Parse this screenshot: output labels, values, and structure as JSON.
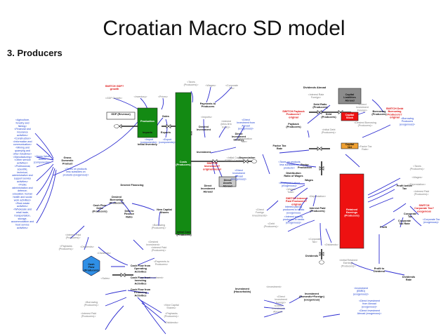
{
  "slide": {
    "title": "Croatian Macro SD model",
    "section": "3. Producers"
  },
  "colors": {
    "stock_green": "#138a13",
    "stock_gray": "#8c8c8c",
    "stock_orange": "#f0a030",
    "stock_red": "#ee1111",
    "node_blue": "#2f8fe6",
    "link_blue": "#2b2bd0",
    "text_red": "#dd1010",
    "text_blue": "#1c3fd0",
    "text_gray": "#777777"
  },
  "diagram": {
    "stocks": [
      {
        "id": "gdp",
        "label": "GDP (Revenue)"
      },
      {
        "id": "production",
        "label": "Production"
      },
      {
        "id": "costs",
        "label": "Costs (Producers)"
      },
      {
        "id": "direct-assets",
        "label": "Direct Assets Abroad"
      },
      {
        "id": "capital-liabilities",
        "label": "Capital Liabilities Abroad"
      },
      {
        "id": "capital-net",
        "label": "Capital Net"
      },
      {
        "id": "capital-stock",
        "label": "Capital Stock"
      },
      {
        "id": "retained-earnings",
        "label": "Retained Earnings (Producers)"
      },
      {
        "id": "cash-flow",
        "label": "Cash Flow (Producers)"
      }
    ],
    "variables": [
      {
        "id": "switch-gdp",
        "label": "SWITCH GDP? growth",
        "tone": "red"
      },
      {
        "id": "gdp-growth",
        "label": "<GDP Growth>",
        "tone": "gray"
      },
      {
        "id": "inventory",
        "label": "<Inventory>",
        "tone": "gray"
      },
      {
        "id": "prices",
        "label": "<Prices>",
        "tone": "gray"
      },
      {
        "id": "sales",
        "label": "Sales",
        "tone": "dark"
      },
      {
        "id": "imports",
        "label": "Imports",
        "tone": "dark"
      },
      {
        "id": "exports",
        "label": "Exports",
        "tone": "dark"
      },
      {
        "id": "initial-inventory",
        "label": "Initial Inventory",
        "tone": "dark"
      },
      {
        "id": "import-components",
        "label": "<Import (components)>",
        "tone": "blue"
      },
      {
        "id": "export-components",
        "label": "<Export (components)>",
        "tone": "blue"
      },
      {
        "id": "taxes-rate",
        "label": "<Taxes (Producers)>",
        "tone": "gray"
      },
      {
        "id": "wages-top",
        "label": "<Wages>",
        "tone": "gray"
      },
      {
        "id": "corp-taxes-top",
        "label": "<Corporate Tax>",
        "tone": "gray"
      },
      {
        "id": "payments-producers",
        "label": "Payments to Producers",
        "tone": "dark"
      },
      {
        "id": "imports-small",
        "label": "<Imports>",
        "tone": "gray"
      },
      {
        "id": "interest-intra",
        "label": "<Interest (intra-firm trade)>",
        "tone": "gray"
      },
      {
        "id": "desired-investment",
        "label": "Desired Investment",
        "tone": "dark"
      },
      {
        "id": "direct-inv-strategy",
        "label": "Direct Investment Strategy",
        "tone": "dark"
      },
      {
        "id": "direct-inv-abroad-top",
        "label": "<Direct Investment from Abroad (exogenous)>",
        "tone": "blue"
      },
      {
        "id": "investment",
        "label": "Investment",
        "tone": "dark"
      },
      {
        "id": "depreciation-rate",
        "label": "<Depreciation rate>",
        "tone": "gray"
      },
      {
        "id": "depreciation",
        "label": "Depreciation",
        "tone": "dark"
      },
      {
        "id": "switch-investment",
        "label": "SWITCH Investment? original/model",
        "tone": "red"
      },
      {
        "id": "initial-capital",
        "label": "<Initial Capital (EBRD, Croatia)>",
        "tone": "gray"
      },
      {
        "id": "direct-inv-abroad",
        "label": "Direct Investment Abroad",
        "tone": "dark"
      },
      {
        "id": "direct-inv-abroad-exo",
        "label": "<Direct Investment Abroad (exogenous)>",
        "tone": "blue"
      },
      {
        "id": "interest-paid-left",
        "label": "<Interest Paid (Producers)>",
        "tone": "gray"
      },
      {
        "id": "dividends-left",
        "label": "<Dividends>",
        "tone": "gray"
      },
      {
        "id": "gross-domestic",
        "label": "Gross Domestic Product",
        "tone": "dark"
      },
      {
        "id": "taxes-on-prod",
        "label": "<Taxes on products less subsidies on products (exogenous)>",
        "tone": "blue"
      },
      {
        "id": "gross-value-added",
        "label": "<Gross Value Added (components)>",
        "tone": "blue"
      },
      {
        "id": "desired-financing",
        "label": "Desired Financing",
        "tone": "dark"
      },
      {
        "id": "desired-borrowing",
        "label": "Desired Borrowing (Producers)",
        "tone": "dark"
      },
      {
        "id": "debt-to-finance",
        "label": "Debt to Finance Ratio",
        "tone": "dark"
      },
      {
        "id": "new-capital-shares",
        "label": "New Capital Shares",
        "tone": "dark"
      },
      {
        "id": "borrowing-left",
        "label": "<Borrowing (Producers)>",
        "tone": "gray"
      },
      {
        "id": "initial-cash",
        "label": "Initial Cash (Producers)",
        "tone": "dark"
      },
      {
        "id": "cash-flow-delta",
        "label": "Cash Flow Delta (Producers)",
        "tone": "dark"
      },
      {
        "id": "interest-paid-2",
        "label": "<Interest Paid (Producers)>",
        "tone": "gray"
      },
      {
        "id": "paybacks-left",
        "label": "<Paybacks (Producers)>",
        "tone": "gray"
      },
      {
        "id": "dividends-2",
        "label": "<Dividends>",
        "tone": "gray"
      },
      {
        "id": "desired-investment-2",
        "label": "<Desired Investment>",
        "tone": "gray"
      },
      {
        "id": "sales-2",
        "label": "<Sales>",
        "tone": "gray"
      },
      {
        "id": "cf-operating",
        "label": "Cash Flow from Operating Activities",
        "tone": "dark"
      },
      {
        "id": "payments-producers-2",
        "label": "<Payments to Producers>",
        "tone": "gray"
      },
      {
        "id": "cf-investing",
        "label": "Cash Flow from Investing Activities",
        "tone": "dark"
      },
      {
        "id": "investment-2",
        "label": "<Investment>",
        "tone": "gray"
      },
      {
        "id": "cf-financing",
        "label": "Cash Flow from Financing Activities",
        "tone": "dark"
      },
      {
        "id": "borrowing-3",
        "label": "<Borrowing (Producers)>",
        "tone": "gray"
      },
      {
        "id": "new-capital-2",
        "label": "<New Capital Shares>",
        "tone": "gray"
      },
      {
        "id": "paybacks-3",
        "label": "<Paybacks (Producers)>",
        "tone": "gray"
      },
      {
        "id": "interest-paid-3",
        "label": "<Interest Paid (Producers)>",
        "tone": "gray"
      },
      {
        "id": "dividends-3",
        "label": "<Dividends>",
        "tone": "gray"
      },
      {
        "id": "dividends-abroad",
        "label": "Dividends Abroad",
        "tone": "dark"
      },
      {
        "id": "interest-rate-abroad",
        "label": "<Interest Rate Foreign>",
        "tone": "gray"
      },
      {
        "id": "direct-inv-foreign",
        "label": "<Direct Investment Foreign>",
        "tone": "gray"
      },
      {
        "id": "debt-ratio",
        "label": "Debt Ratio (Producers)",
        "tone": "dark"
      },
      {
        "id": "switch-payback",
        "label": "SWITCH Payback Producers? original",
        "tone": "red"
      },
      {
        "id": "payback",
        "label": "Payback (Producers)",
        "tone": "dark"
      },
      {
        "id": "initial-debt",
        "label": "<Initial Debt (Producers)>",
        "tone": "gray"
      },
      {
        "id": "desired-borrowing-2",
        "label": "<Desired Borrowing (Producers)>",
        "tone": "gray"
      },
      {
        "id": "borrowing-producers",
        "label": "Borrowing (Producers)",
        "tone": "dark"
      },
      {
        "id": "switch-debt",
        "label": "SWITCH Debt Borrowing Producers? original",
        "tone": "red"
      },
      {
        "id": "debt-producers-top",
        "label": "Debt (Producers)",
        "tone": "dark"
      },
      {
        "id": "borrowing-exo",
        "label": "<Borrowing Producers (exogenous)>",
        "tone": "blue"
      },
      {
        "id": "factor-tax-rate",
        "label": "Factor Tax Rate",
        "tone": "dark"
      },
      {
        "id": "switch-factor-tax",
        "label": "SWITCH Factor? tax",
        "tone": "red"
      },
      {
        "id": "factor-tax-2",
        "label": "<Factor Tax Rate>",
        "tone": "gray"
      },
      {
        "id": "taxes-products-2",
        "label": "<Taxes on products less subsidies on products>",
        "tone": "blue"
      },
      {
        "id": "factor-production",
        "label": "Factor Production",
        "tone": "dark"
      },
      {
        "id": "distribution-ratio",
        "label": "Distribution Ratio of Wages",
        "tone": "dark"
      },
      {
        "id": "employed-labour",
        "label": "<Employed Labour (exogenous)>",
        "tone": "blue"
      },
      {
        "id": "wages-total",
        "label": "<Wages Total>",
        "tone": "gray"
      },
      {
        "id": "wages",
        "label": "Wages",
        "tone": "dark"
      },
      {
        "id": "depreciation-2",
        "label": "<Depreciation>",
        "tone": "gray"
      },
      {
        "id": "switch-interest",
        "label": "SWITCH Interest Paid Producers? original",
        "tone": "red"
      },
      {
        "id": "interest-paid-prod",
        "label": "Interest paid by producers to banks (exogenous)",
        "tone": "blue"
      },
      {
        "id": "interest-paid-model",
        "label": "<Interest paid by producers to banks (exogenous)>",
        "tone": "blue"
      },
      {
        "id": "debt-producers-mid",
        "label": "<Debt (Producers)>",
        "tone": "gray"
      },
      {
        "id": "direct-foreign-2",
        "label": "<Direct Foreign Investments>",
        "tone": "gray"
      },
      {
        "id": "interest-paid-node",
        "label": "Interest Paid (Producers)",
        "tone": "dark"
      },
      {
        "id": "corporate-tax-small",
        "label": "<Corporate Tax>",
        "tone": "gray"
      },
      {
        "id": "dividends-small",
        "label": "<Dividends>",
        "tone": "gray"
      },
      {
        "id": "dividends",
        "label": "Dividends",
        "tone": "dark"
      },
      {
        "id": "initial-retained",
        "label": "<Initial Retained Earnings (Producers)>",
        "tone": "gray"
      },
      {
        "id": "taxes-producers-r",
        "label": "<Taxes (Producers)>",
        "tone": "gray"
      },
      {
        "id": "wages-r",
        "label": "<Wages>",
        "tone": "gray"
      },
      {
        "id": "depreciation-r",
        "label": "<Depreciation>",
        "tone": "gray"
      },
      {
        "id": "interest-paid-r",
        "label": "<Interest Paid (Producers)>",
        "tone": "gray"
      },
      {
        "id": "profit-before-tax",
        "label": "Profit before Tax",
        "tone": "dark"
      },
      {
        "id": "switch-corp-tax",
        "label": "SWITCH Corporate Tax? exogenous",
        "tone": "red"
      },
      {
        "id": "corporate-tax-rate-exo",
        "label": "<Corporate Tax (exogenous)>",
        "tone": "blue"
      },
      {
        "id": "corporate-tax",
        "label": "Corporate Tax",
        "tone": "dark"
      },
      {
        "id": "corporate-tax-rate",
        "label": "Corporate Tax Rate",
        "tone": "dark"
      },
      {
        "id": "profit",
        "label": "Profit",
        "tone": "dark"
      },
      {
        "id": "profit-to-dividend",
        "label": "Profit to Dividend",
        "tone": "dark"
      },
      {
        "id": "dividends-rate",
        "label": "Dividends Rate",
        "tone": "dark"
      },
      {
        "id": "investment-bottom",
        "label": "Investment (Households)",
        "tone": "dark"
      },
      {
        "id": "investment-sum",
        "label": "<Investment>",
        "tone": "gray"
      },
      {
        "id": "direct-inv-foreign-2",
        "label": "<Direct Investment Foreign>",
        "tone": "gray"
      },
      {
        "id": "direct-inv-abroad-2",
        "label": "<Direct Investment Abroad>",
        "tone": "gray"
      },
      {
        "id": "investment-domestic",
        "label": "Investment (Domestic+Foreign) (exogenous)",
        "tone": "dark"
      },
      {
        "id": "investment-ebrd",
        "label": "<Investment (EBRD) (exogenous)>",
        "tone": "blue"
      },
      {
        "id": "direct-inv-abroad-3",
        "label": "<Direct Investment from Abroad (exogenous)>",
        "tone": "blue"
      },
      {
        "id": "direct-inv-abroad-4",
        "label": "<Direct Investment Abroad (exogenous)>",
        "tone": "blue"
      },
      {
        "id": "left-list",
        "label": "<Agriculture, forestry and fishing> <Financial and insurance activities> <Construction> <Information and communication> <Mining and quarrying and other industries> <Manufacturing> <Other service activities> <Professional, scientific, technical, administrative and support service activities> <Public administration and defence; education; human health and social work activities> <Real estate activities> <Wholesale and retail trade, transportation, storage, accommodation and food service activities>",
        "tone": "blue"
      }
    ]
  }
}
